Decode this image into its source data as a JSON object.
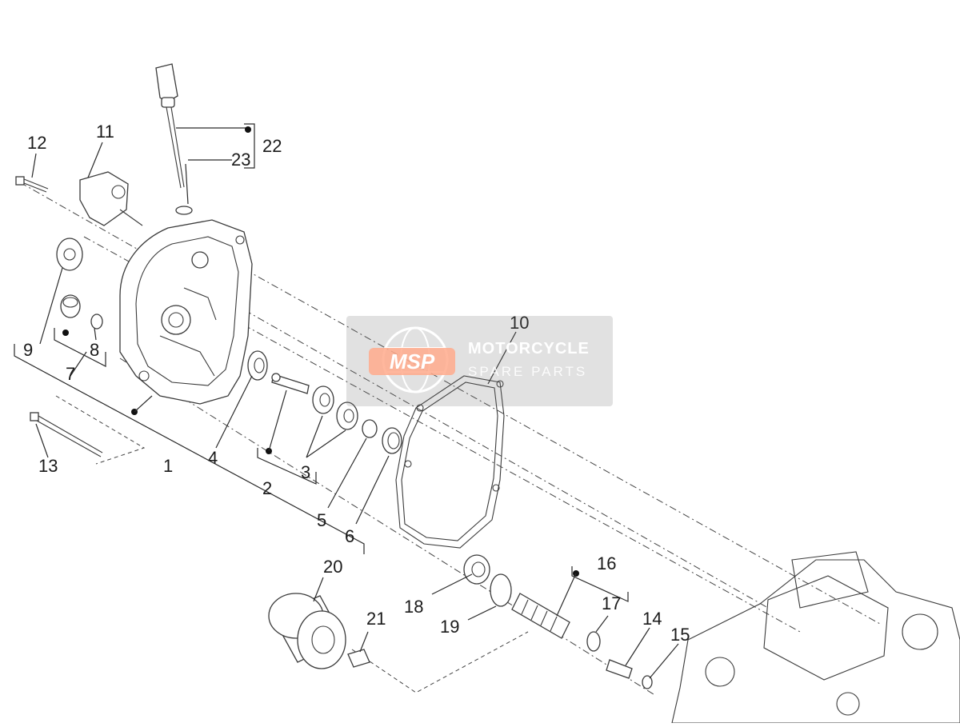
{
  "diagram": {
    "labels": [
      "1",
      "2",
      "3",
      "4",
      "5",
      "6",
      "7",
      "8",
      "9",
      "10",
      "11",
      "12",
      "13",
      "14",
      "15",
      "16",
      "17",
      "18",
      "19",
      "20",
      "21",
      "22",
      "23"
    ]
  },
  "watermark": {
    "logo_text": "MSP",
    "line1": "MOTORCYCLE",
    "line2": "SPARE PARTS"
  }
}
